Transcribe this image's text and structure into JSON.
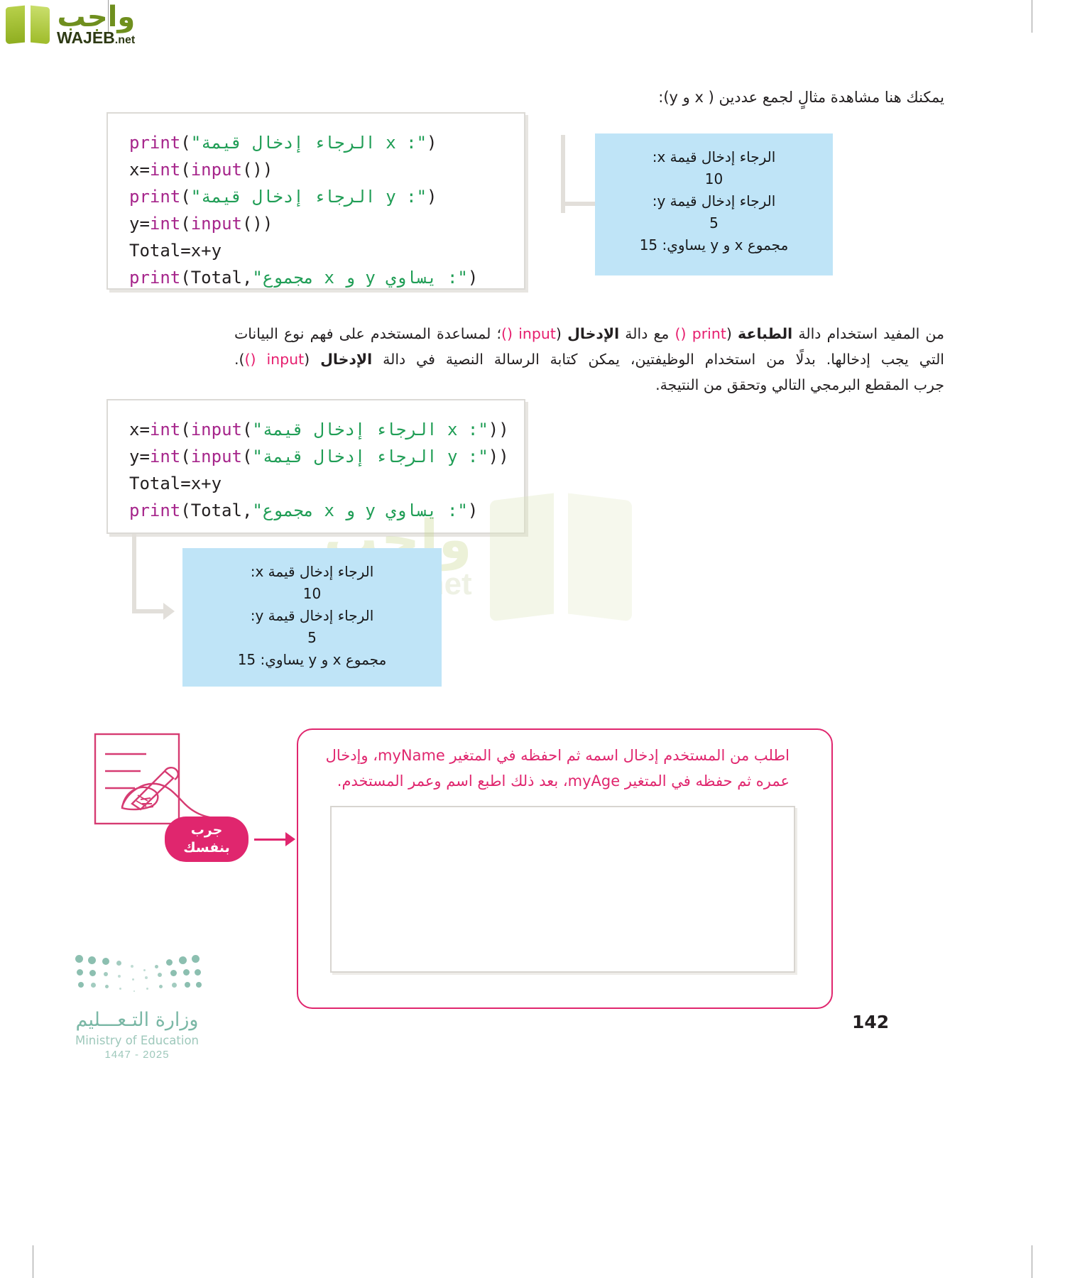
{
  "branding": {
    "watermark_ar": "واجب",
    "watermark_en": "WAJEB",
    "watermark_en_suffix": ".net",
    "watermark_center_ar": "واجب",
    "watermark_center_en": "WAJEB.net"
  },
  "intro_text": "يمكنك هنا مشاهدة مثالٍ لجمع عددين ( x و y):",
  "code_block_1": {
    "lines": [
      [
        {
          "t": "print",
          "c": "kw"
        },
        {
          "t": "(",
          "c": "pln"
        },
        {
          "t": "\"الرجاء إدخال قيمة x :\"",
          "c": "str"
        },
        {
          "t": ")",
          "c": "pln"
        }
      ],
      [
        {
          "t": "x=",
          "c": "pln"
        },
        {
          "t": "int",
          "c": "kw"
        },
        {
          "t": "(",
          "c": "pln"
        },
        {
          "t": "input",
          "c": "kw"
        },
        {
          "t": "())",
          "c": "pln"
        }
      ],
      [
        {
          "t": "print",
          "c": "kw"
        },
        {
          "t": "(",
          "c": "pln"
        },
        {
          "t": "\"الرجاء إدخال قيمة y :\"",
          "c": "str"
        },
        {
          "t": ")",
          "c": "pln"
        }
      ],
      [
        {
          "t": "y=",
          "c": "pln"
        },
        {
          "t": "int",
          "c": "kw"
        },
        {
          "t": "(",
          "c": "pln"
        },
        {
          "t": "input",
          "c": "kw"
        },
        {
          "t": "())",
          "c": "pln"
        }
      ],
      [
        {
          "t": "Total=x+y",
          "c": "pln"
        }
      ],
      [
        {
          "t": "print",
          "c": "kw"
        },
        {
          "t": "(Total,",
          "c": "pln"
        },
        {
          "t": "\"مجموع x و y يساوي :\"",
          "c": "str"
        },
        {
          "t": ")",
          "c": "pln"
        }
      ]
    ]
  },
  "output_block_1": {
    "lines": [
      "الرجاء إدخال قيمة x:",
      "10",
      "الرجاء إدخال قيمة y:",
      "5",
      "مجموع x و y يساوي: 15"
    ]
  },
  "paragraph_1": {
    "seg1": "من المفيد استخدام دالة ",
    "bold1": "الطباعة",
    "code1": "print ()",
    "seg2": " مع دالة ",
    "bold2": "الإدخال",
    "code2": "input ()",
    "seg3": "؛ لمساعدة المستخدم على فهم نوع البيانات التي يجب إدخالها. بدلًا من استخدام الوظيفتين، يمكن كتابة الرسالة النصية في دالة ",
    "bold3": "الإدخال",
    "code3": "input ()",
    "seg4": ")."
  },
  "paragraph_2": "جرب المقطع البرمجي التالي وتحقق من النتيجة.",
  "code_block_2": {
    "lines": [
      [
        {
          "t": "x=",
          "c": "pln"
        },
        {
          "t": "int",
          "c": "kw"
        },
        {
          "t": "(",
          "c": "pln"
        },
        {
          "t": "input",
          "c": "kw"
        },
        {
          "t": "(",
          "c": "pln"
        },
        {
          "t": "\"الرجاء إدخال قيمة x :\"",
          "c": "str"
        },
        {
          "t": "))",
          "c": "pln"
        }
      ],
      [
        {
          "t": "y=",
          "c": "pln"
        },
        {
          "t": "int",
          "c": "kw"
        },
        {
          "t": "(",
          "c": "pln"
        },
        {
          "t": "input",
          "c": "kw"
        },
        {
          "t": "(",
          "c": "pln"
        },
        {
          "t": "\"الرجاء إدخال قيمة y :\"",
          "c": "str"
        },
        {
          "t": "))",
          "c": "pln"
        }
      ],
      [
        {
          "t": "Total=x+y",
          "c": "pln"
        }
      ],
      [
        {
          "t": "print",
          "c": "kw"
        },
        {
          "t": "(Total,",
          "c": "pln"
        },
        {
          "t": "\"مجموع x و y يساوي :\"",
          "c": "str"
        },
        {
          "t": ")",
          "c": "pln"
        }
      ]
    ]
  },
  "output_block_2": {
    "lines": [
      "الرجاء إدخال قيمة x:",
      "10",
      "الرجاء إدخال قيمة y:",
      "5",
      "مجموع x و y يساوي: 15"
    ]
  },
  "try_section": {
    "instruction": "اطلب من المستخدم إدخال اسمه ثم احفظه في المتغير myName، وإدخال عمره ثم حفظه في المتغير myAge، بعد ذلك اطبع اسم وعمر المستخدم.",
    "pill_line1": "جرب",
    "pill_line2": "بنفسك",
    "answer_placeholder": ""
  },
  "footer": {
    "ministry_ar": "وزارة التـعـــليم",
    "ministry_en": "Ministry of Education",
    "year": "2025 - 1447",
    "page_number": "142"
  },
  "colors": {
    "keyword": "#a6258b",
    "string": "#1f9d55",
    "output_bg": "#bfe4f7",
    "pink": "#e0266e",
    "inline_code": "#e61e6e",
    "moe_green": "#8cbfb0"
  }
}
